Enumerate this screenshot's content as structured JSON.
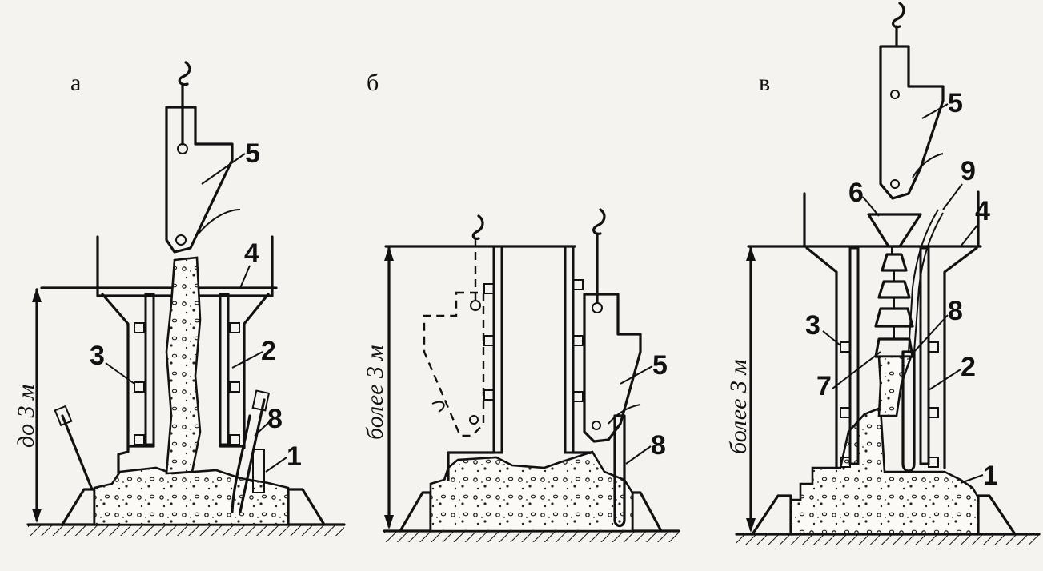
{
  "panels": [
    {
      "id": "a",
      "label": "а",
      "height_label": "до 3 м",
      "callouts": [
        "5",
        "4",
        "3",
        "2",
        "8",
        "1"
      ]
    },
    {
      "id": "b",
      "label": "б",
      "height_label": "более 3 м",
      "callouts": [
        "5",
        "8"
      ]
    },
    {
      "id": "c",
      "label": "в",
      "height_label": "более 3 м",
      "callouts": [
        "5",
        "6",
        "9",
        "4",
        "3",
        "8",
        "7",
        "2",
        "1"
      ]
    }
  ],
  "colors": {
    "ink": "#111111",
    "paper": "#f4f3ef"
  }
}
